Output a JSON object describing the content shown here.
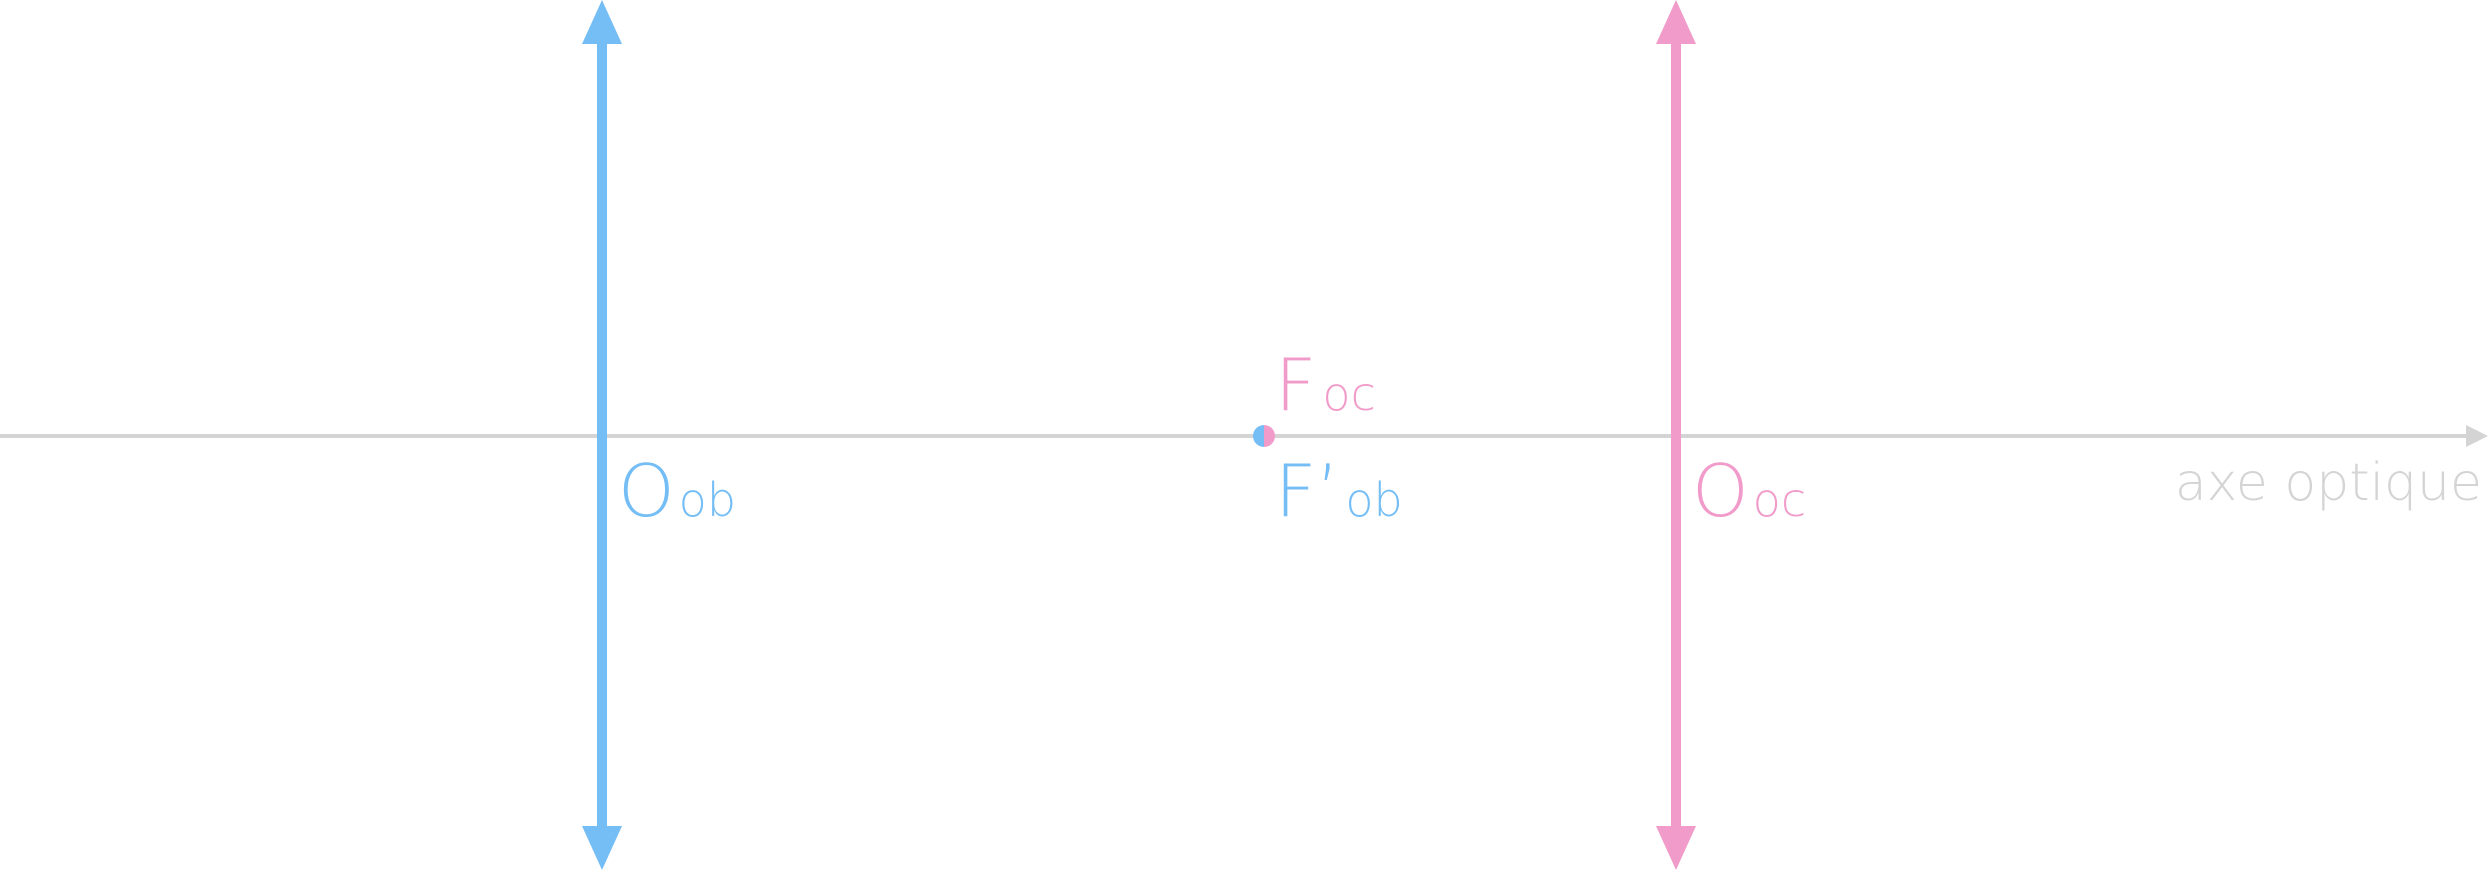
{
  "colors": {
    "objective": "#74BDF5",
    "eyepiece": "#F09BC9",
    "axis": "#D4D4D4",
    "background": "#FFFFFF"
  },
  "axis": {
    "label": "axe optique"
  },
  "objective_lens": {
    "main": "O",
    "sub": "ob"
  },
  "eyepiece_lens": {
    "main": "O",
    "sub": "oc"
  },
  "focal_eyepiece": {
    "main": "F",
    "sub": "oc"
  },
  "focal_objective": {
    "main": "F’",
    "sub": "ob"
  },
  "icons": {
    "lens_arrows": "double-headed-arrow",
    "focal_point": "half-blue-half-pink-dot"
  }
}
